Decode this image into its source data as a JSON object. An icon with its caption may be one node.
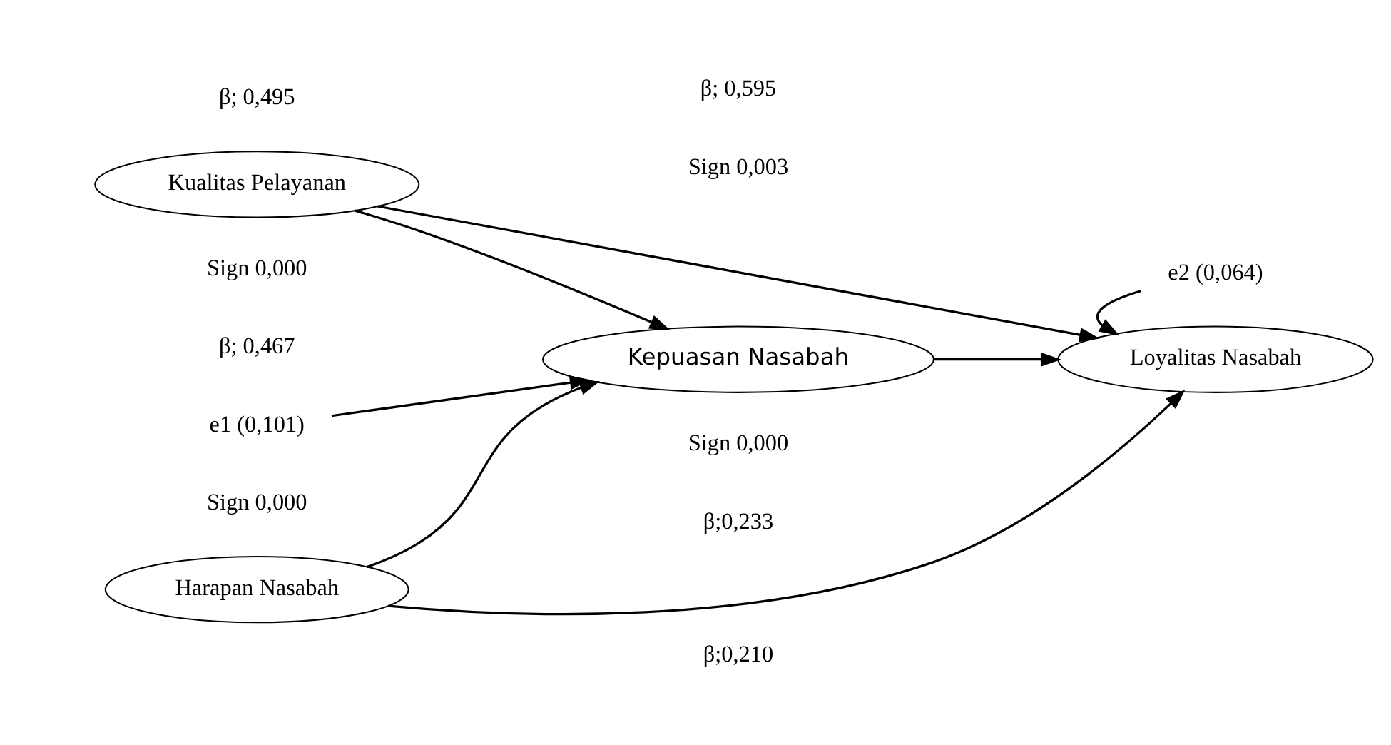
{
  "diagram": {
    "nodes": [
      {
        "text": [
          "Kualitas Pelayanan"
        ]
      },
      {
        "text": [
          "Kepuasan Nasabah"
        ]
      },
      {
        "text": [
          "Loyalitas Nasabah"
        ]
      },
      {
        "text": [
          "Harapan Nasabah"
        ]
      },
      {
        "text": [
          "e1 (0,101)"
        ]
      },
      {
        "text": [
          "e2 (0,064)"
        ]
      }
    ],
    "edges": [
      {
        "from": 0,
        "to": 1,
        "arrow": "to"
      },
      {
        "from": 0,
        "to": 2,
        "arrow": "to"
      },
      {
        "from": 4,
        "to": 1,
        "arrow": "to"
      },
      {
        "from": 5,
        "to": 2,
        "arrow": "to"
      },
      {
        "from": 1,
        "to": 2,
        "arrow": "to"
      },
      {
        "from": 3,
        "to": 1,
        "arrow": "to"
      },
      {
        "from": 3,
        "to": 2,
        "arrow": "to"
      }
    ],
    "labels": [
      "β;0,210",
      "Sign 0,003",
      "β; 0,495",
      "Sign 0,000",
      "β; 0,467",
      "β; 0,595",
      "Sign 0,000",
      "Sign 0,000",
      "β;0,233"
    ]
  }
}
